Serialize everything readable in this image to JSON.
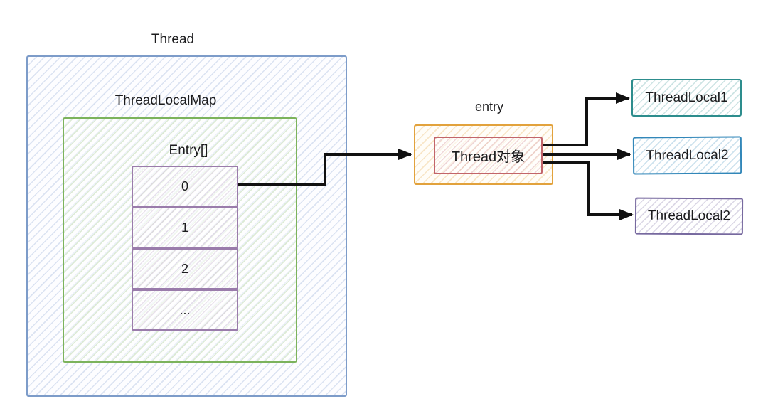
{
  "labels": {
    "thread": "Thread",
    "thread_local_map": "ThreadLocalMap",
    "entry_array": "Entry[]",
    "entry": "entry",
    "thread_object": "Thread对象"
  },
  "entry_cells": [
    "0",
    "1",
    "2",
    "..."
  ],
  "thread_locals": [
    {
      "label": "ThreadLocal1",
      "theme": "teal"
    },
    {
      "label": "ThreadLocal2",
      "theme": "blue"
    },
    {
      "label": "ThreadLocal2",
      "theme": "purple"
    }
  ],
  "colors": {
    "thread_box_border": "#7d9cc9",
    "map_box_border": "#7cb35c",
    "cell_border": "#9a7cab",
    "entry_box_border": "#e2a23c",
    "thread_object_border": "#c2656a",
    "threadlocal1_border": "#2d8d8d",
    "threadlocal2_border": "#3287b9",
    "threadlocal3_border": "#77699f",
    "arrow": "#111111",
    "text": "#1c1c1e"
  }
}
